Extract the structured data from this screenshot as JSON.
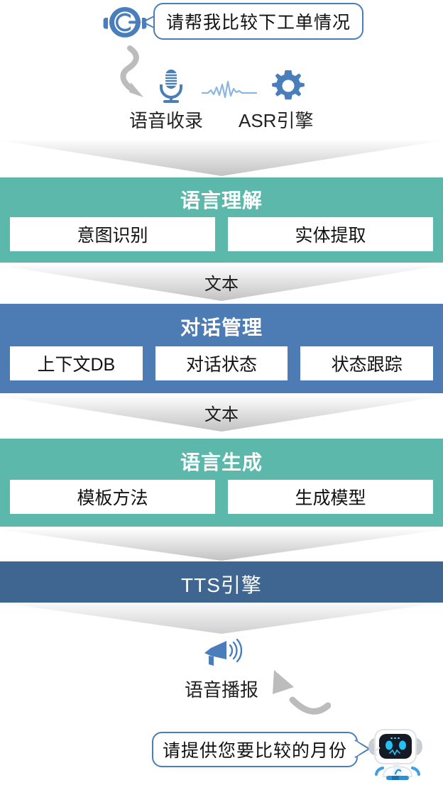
{
  "top": {
    "headset_icon": "headset-icon",
    "user_utterance": "请帮我比较下工单情况"
  },
  "capture": {
    "mic_icon": "microphone-icon",
    "wave_icon": "audio-waveform-icon",
    "gear_icon": "gear-icon",
    "voice_capture_label": "语音收录",
    "asr_engine_label": "ASR引擎"
  },
  "connectors": {
    "arrow1_label": "",
    "arrow2_label": "文本",
    "arrow3_label": "文本",
    "arrow4_label": ""
  },
  "stages": [
    {
      "title": "语言理解",
      "color": "#5cb8aa",
      "items": [
        "意图识别",
        "实体提取"
      ]
    },
    {
      "title": "对话管理",
      "color": "#4d7cb4",
      "items": [
        "上下文DB",
        "对话状态",
        "状态跟踪"
      ]
    },
    {
      "title": "语言生成",
      "color": "#5cb8aa",
      "items": [
        "模板方法",
        "生成模型"
      ]
    }
  ],
  "tts": {
    "title": "TTS引擎",
    "color": "#3f6591"
  },
  "bottom": {
    "speaker_icon": "megaphone-icon",
    "broadcast_label": "语音播报",
    "bot_utterance": "请提供您要比较的月份",
    "robot_icon": "robot-avatar-icon"
  },
  "palette": {
    "green": "#5cb8aa",
    "blue": "#4d7cb4",
    "dark_blue": "#3f6591",
    "icon_blue": "#4a7ebb",
    "bubble_border": "#4a7ebb",
    "arrow_gray": "#b8b8b8"
  }
}
